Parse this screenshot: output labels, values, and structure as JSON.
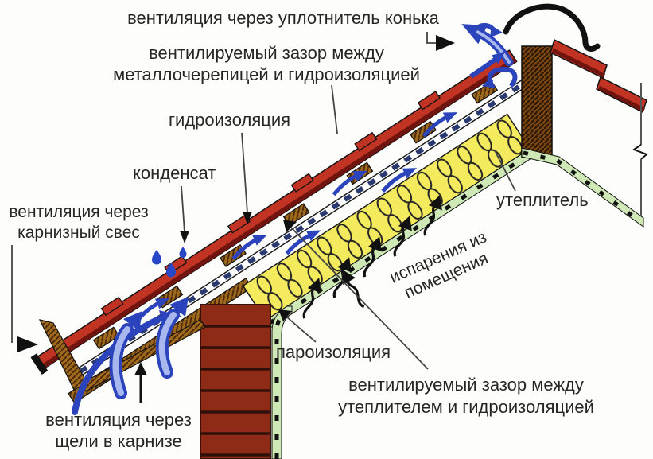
{
  "diagram": {
    "subject": "roof-ventilation-scheme",
    "labels": {
      "ridge_vent": "вентиляция через уплотнитель конька",
      "gap_tiles_line1": "вентилируемый зазор между",
      "gap_tiles_line2": "металлочерепицей и гидроизоляцией",
      "waterproofing": "гидроизоляция",
      "condensate": "конденсат",
      "eaves_vent_line1": "вентиляция через",
      "eaves_vent_line2": "карнизный свес",
      "insulation": "утеплитель",
      "vapors_line1": "испарения из",
      "vapors_line2": "помещения",
      "vapor_barrier": "пароизоляция",
      "gap_insulation_line1": "вентилируемый зазор между",
      "gap_insulation_line2": "утеплителем и гидроизоляцией",
      "cornice_vent_line1": "вентиляция через",
      "cornice_vent_line2": "щели в карнизе"
    },
    "colors": {
      "tile_red": "#c13322",
      "tile_shadow": "#701410",
      "wood_brown": "#a06a1e",
      "beam_brown": "#7a4610",
      "insulation_yellow": "#f4ea5e",
      "vapor_barrier_green": "#cfe9b6",
      "airflow_blue": "#2b43bb",
      "airflow_blue_light": "#a8b8ee",
      "membrane_dash": "#2a3a70",
      "brick_wall": "#8e2b16",
      "text": "#262626"
    }
  }
}
